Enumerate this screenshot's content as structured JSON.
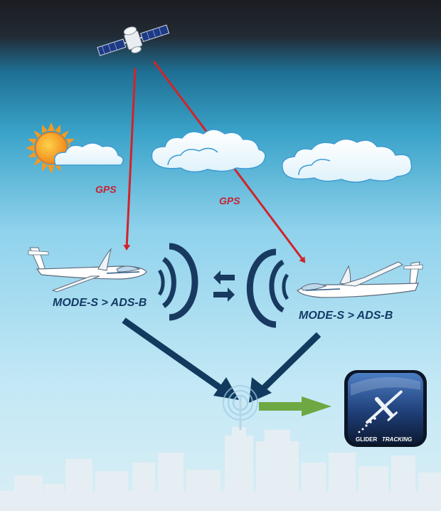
{
  "labels": {
    "gps_left": "GPS",
    "gps_right": "GPS",
    "mode_left": "MODE-S > ADS-B",
    "mode_right": "MODE-S > ADS-B"
  },
  "app_icon": {
    "label_main": "GLIDER",
    "label_sub": "TRACKING"
  },
  "colors": {
    "gps_arrow": "#d2232a",
    "data_arrow": "#123a5e",
    "output_arrow": "#6ea843",
    "label_text": "#133a64",
    "gps_text": "#c8202f",
    "sky_top": "#1c2028",
    "sky_mid": "#3aa3c9",
    "sky_low": "#b8e3f3"
  },
  "icons": [
    "satellite-icon",
    "sun-icon",
    "cloud-icon",
    "glider-icon",
    "radio-wave-icon",
    "swap-arrows-icon",
    "receiver-antenna-icon",
    "app-icon"
  ]
}
